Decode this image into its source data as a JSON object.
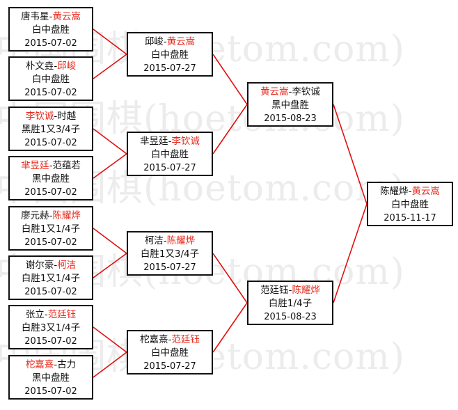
{
  "watermark": "中国围棋(hoetom.com)",
  "rounds": [
    [
      {
        "p1": "唐韦星",
        "p2": "黄云嵩",
        "winner": 2,
        "result": "白中盘胜",
        "date": "2015-07-02"
      },
      {
        "p1": "朴文垚",
        "p2": "邱峻",
        "winner": 2,
        "result": "白中盘胜",
        "date": "2015-07-02"
      },
      {
        "p1": "李钦诚",
        "p2": "时越",
        "winner": 1,
        "result": "黑胜1又3/4子",
        "date": "2015-07-02"
      },
      {
        "p1": "芈昱廷",
        "p2": "范蕴若",
        "winner": 1,
        "result": "黑中盘胜",
        "date": "2015-07-02"
      },
      {
        "p1": "廖元赫",
        "p2": "陈耀烨",
        "winner": 2,
        "result": "白胜1又1/4子",
        "date": "2015-07-02"
      },
      {
        "p1": "谢尔豪",
        "p2": "柯洁",
        "winner": 2,
        "result": "白胜1又1/4子",
        "date": "2015-07-02"
      },
      {
        "p1": "张立",
        "p2": "范廷钰",
        "winner": 2,
        "result": "白胜3又1/4子",
        "date": "2015-07-02"
      },
      {
        "p1": "柁嘉熹",
        "p2": "古力",
        "winner": 1,
        "result": "黑中盘胜",
        "date": "2015-07-02"
      }
    ],
    [
      {
        "p1": "邱峻",
        "p2": "黄云嵩",
        "winner": 2,
        "result": "白中盘胜",
        "date": "2015-07-27"
      },
      {
        "p1": "芈昱廷",
        "p2": "李钦诚",
        "winner": 2,
        "result": "白中盘胜",
        "date": "2015-07-27"
      },
      {
        "p1": "柯洁",
        "p2": "陈耀烨",
        "winner": 2,
        "result": "白胜1又3/4子",
        "date": "2015-07-27"
      },
      {
        "p1": "柁嘉熹",
        "p2": "范廷钰",
        "winner": 2,
        "result": "白中盘胜",
        "date": "2015-07-27"
      }
    ],
    [
      {
        "p1": "黄云嵩",
        "p2": "李钦诚",
        "winner": 1,
        "result": "黑中盘胜",
        "date": "2015-08-23"
      },
      {
        "p1": "范廷钰",
        "p2": "陈耀烨",
        "winner": 2,
        "result": "白胜1/4子",
        "date": "2015-08-23"
      }
    ],
    [
      {
        "p1": "陈耀烨",
        "p2": "黄云嵩",
        "winner": 2,
        "result": "白中盘胜",
        "date": "2015-11-17"
      }
    ]
  ],
  "colors": {
    "winner": "#e8291c",
    "line": "#e01010",
    "border": "#111111"
  }
}
